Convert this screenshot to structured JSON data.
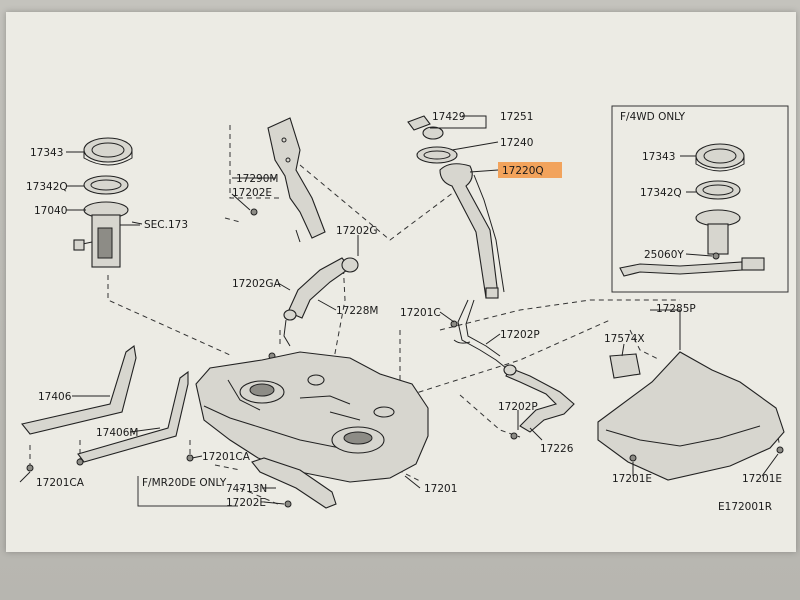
{
  "labels": {
    "l17343": "17343",
    "l17342q": "17342Q",
    "l17040": "17040",
    "sec173": "SEC.173",
    "l17290m": "17290M",
    "l17202e_top": "17202E",
    "l17429": "17429",
    "l17251": "17251",
    "l17240": "17240",
    "l17220q": "17220Q",
    "l17202g": "17202G",
    "l17202ga": "17202GA",
    "l17228m": "17228M",
    "l17201c": "17201C",
    "l17202p_a": "17202P",
    "l17202p_b": "17202P",
    "l17226": "17226",
    "l17406": "17406",
    "l17406m": "17406M",
    "l17201ca_a": "17201CA",
    "l17201ca_b": "17201CA",
    "l17201": "17201",
    "note_mr20de": "F/MR20DE ONLY",
    "l74713n": "74713N",
    "l17202e_bottom": "17202E",
    "note_4wd": "F/4WD ONLY",
    "l17343_4wd": "17343",
    "l17342q_4wd": "17342Q",
    "l25060y": "25060Y",
    "l17285p": "17285P",
    "l17574x": "17574X",
    "l17201e_a": "17201E",
    "l17201e_b": "17201E",
    "diagram_code": "E172001R"
  },
  "colors": {
    "highlight": "#f2a35c",
    "paper": "#ecebe4",
    "ink": "#1b1b1b"
  }
}
